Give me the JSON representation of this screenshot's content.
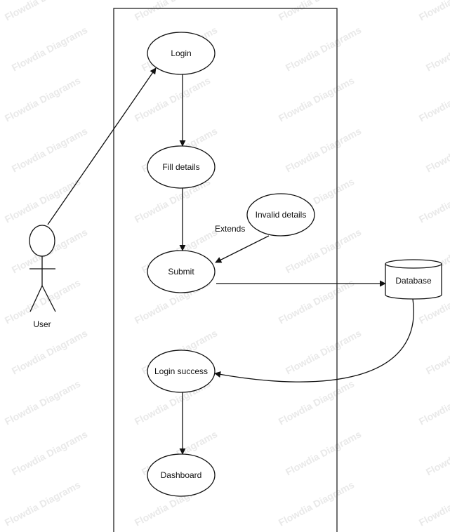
{
  "diagram": {
    "actor": {
      "label": "User"
    },
    "use_cases": {
      "login": "Login",
      "fill_details": "Fill details",
      "submit": "Submit",
      "invalid_details": "Invalid details",
      "login_success": "Login success",
      "dashboard": "Dashboard"
    },
    "relation_labels": {
      "extends": "Extends"
    },
    "external": {
      "database": "Database"
    },
    "watermark": "Flowdia Diagrams"
  }
}
